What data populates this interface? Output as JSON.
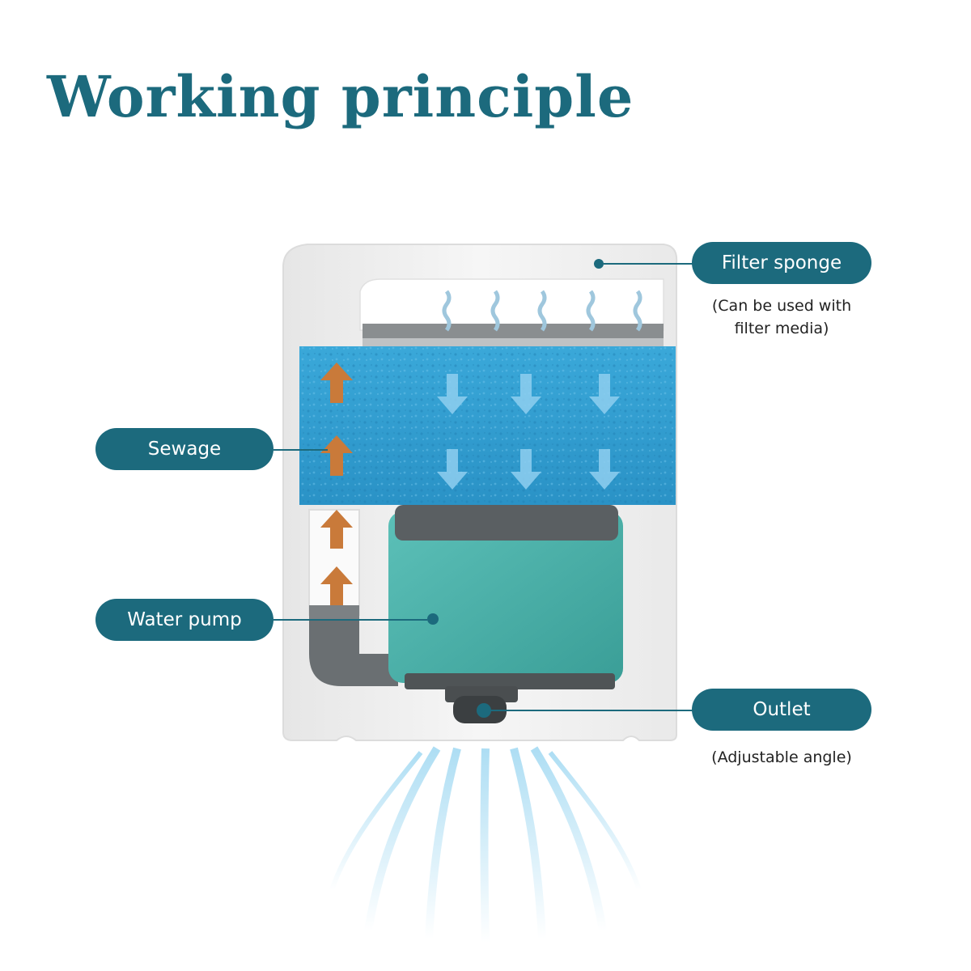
{
  "title": "Working principle",
  "labels": {
    "filter_sponge": "Filter sponge",
    "filter_sponge_note_line1": "(Can be used with",
    "filter_sponge_note_line2": "filter media)",
    "sewage": "Sewage",
    "water_pump": "Water pump",
    "outlet": "Outlet",
    "outlet_note": "(Adjustable angle)"
  },
  "colors": {
    "title": "#1c6a7d",
    "label_fill": "#1c6a7d",
    "label_text": "#ffffff",
    "sponge": "#2e9fd3",
    "pump_body": "#4ab3ab",
    "pump_dark": "#5a5f62",
    "housing": "#ececec",
    "arrow_up": "#c97a3a",
    "water_jet": "#8fd0ee"
  }
}
